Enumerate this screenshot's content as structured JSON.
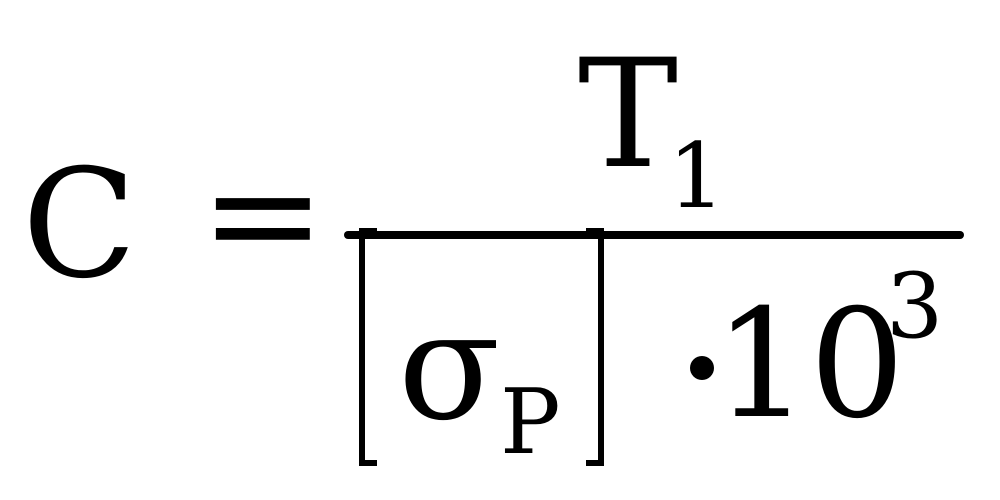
{
  "formula": {
    "lhs": "C",
    "equals": "=",
    "numerator": {
      "variable": "T",
      "subscript": "1"
    },
    "denominator": {
      "variable": "σ",
      "subscript": "P",
      "base": "10",
      "exponent": "3"
    }
  }
}
